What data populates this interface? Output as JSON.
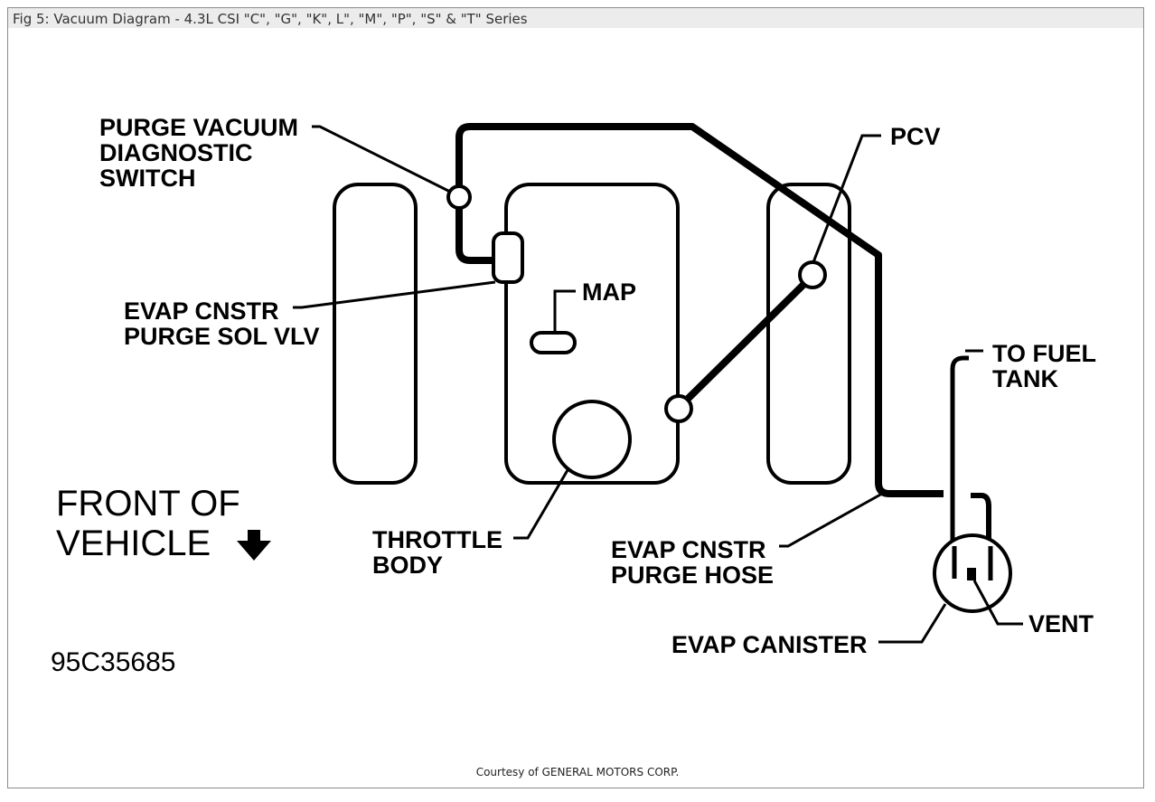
{
  "caption": "Fig 5: Vacuum Diagram - 4.3L CSI \"C\", \"G\", \"K\", L\", \"M\", \"P\", \"S\" & \"T\" Series",
  "labels": {
    "purge_vacuum_switch": [
      "PURGE VACUUM",
      "DIAGNOSTIC",
      "SWITCH"
    ],
    "pcv": "PCV",
    "map": "MAP",
    "evap_purge_valve": [
      "EVAP CNSTR",
      "PURGE SOL VLV"
    ],
    "to_fuel_tank": [
      "TO FUEL",
      "TANK"
    ],
    "front_of_vehicle": [
      "FRONT OF",
      "VEHICLE"
    ],
    "throttle_body": [
      "THROTTLE",
      "BODY"
    ],
    "evap_purge_hose": [
      "EVAP CNSTR",
      "PURGE HOSE"
    ],
    "vent": "VENT",
    "evap_canister": "EVAP CANISTER",
    "figure_code": "95C35685"
  },
  "courtesy": "Courtesy of GENERAL MOTORS CORP."
}
